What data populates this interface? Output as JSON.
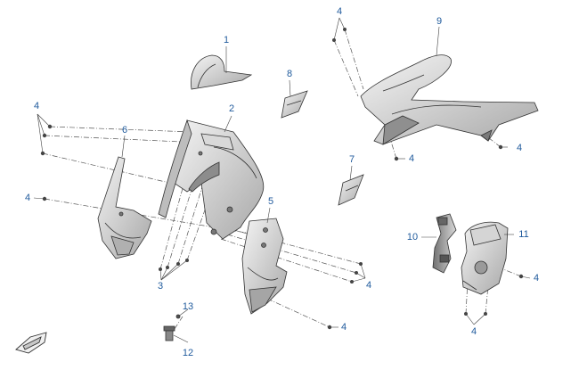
{
  "diagram": {
    "callouts": {
      "c1": "1",
      "c2": "2",
      "c3": "3",
      "c4a": "4",
      "c4b": "4",
      "c4c": "4",
      "c4d": "4",
      "c4e": "4",
      "c4f": "4",
      "c4g": "4",
      "c4h": "4",
      "c5": "5",
      "c6": "6",
      "c7": "7",
      "c8": "8",
      "c9": "9",
      "c10": "10",
      "c11": "11",
      "c12": "12",
      "c13": "13"
    },
    "colors": {
      "callout": "#1f5a9c",
      "line": "#3a3a3a",
      "part_light": "#e9e9e9",
      "part_mid": "#cfcfcf",
      "part_dark": "#9a9a9a"
    },
    "icons": {
      "orientation": "front-arrow-icon"
    }
  }
}
